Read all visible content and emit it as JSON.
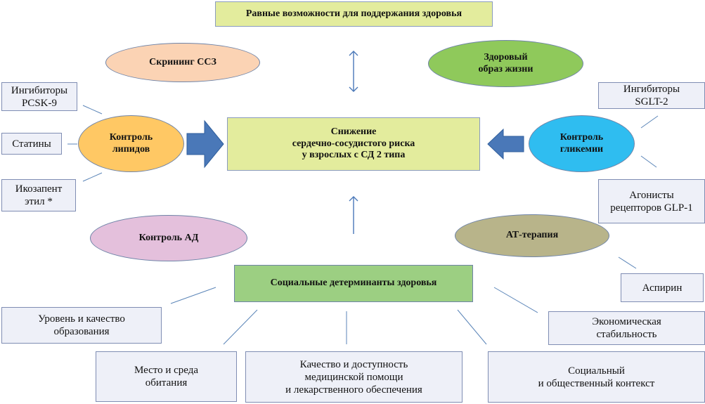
{
  "header": {
    "top_box": "Равные возможности для поддержания здоровья"
  },
  "center": {
    "label": "Снижение\nсердечно-сосудистого риска\nу взрослых с СД 2 типа"
  },
  "ellipses": {
    "screening": "Скрининг ССЗ",
    "lifestyle": "Здоровый\nобраз жизни",
    "lipids": "Контроль\nлипидов",
    "glycemia": "Контроль\nгликемии",
    "bp": "Контроль АД",
    "at": "АТ-терапия"
  },
  "lipid_items": {
    "pcsk9": "Ингибиторы\nPCSK-9",
    "statins": "Статины",
    "icosapent": "Икозапент\nэтил *"
  },
  "glycemia_items": {
    "sglt2": "Ингибиторы\nSGLT-2",
    "glp1": "Агонисты\nрецепторов GLP-1"
  },
  "at_items": {
    "aspirin": "Аспирин"
  },
  "social": {
    "title": "Социальные детерминанты здоровья",
    "education": "Уровень и качество\nобразования",
    "habitat": "Место и среда\nобитания",
    "healthcare": "Качество и доступность\nмедицинской помощи\nи лекарственного обеспечения",
    "context": "Социальный\nи общественный контекст",
    "economic": "Экономическая\nстабильность"
  },
  "colors": {
    "screening": "#fbd3b4",
    "lifestyle": "#8fc95b",
    "lipids": "#ffc864",
    "glycemia": "#2fbdf0",
    "bp": "#e4c0dc",
    "at": "#b8b48a",
    "center_box": "#e3ec9d",
    "social_box": "#9ccf82",
    "arrow_fill": "#4a78b8",
    "connector": "#5b85b8"
  }
}
